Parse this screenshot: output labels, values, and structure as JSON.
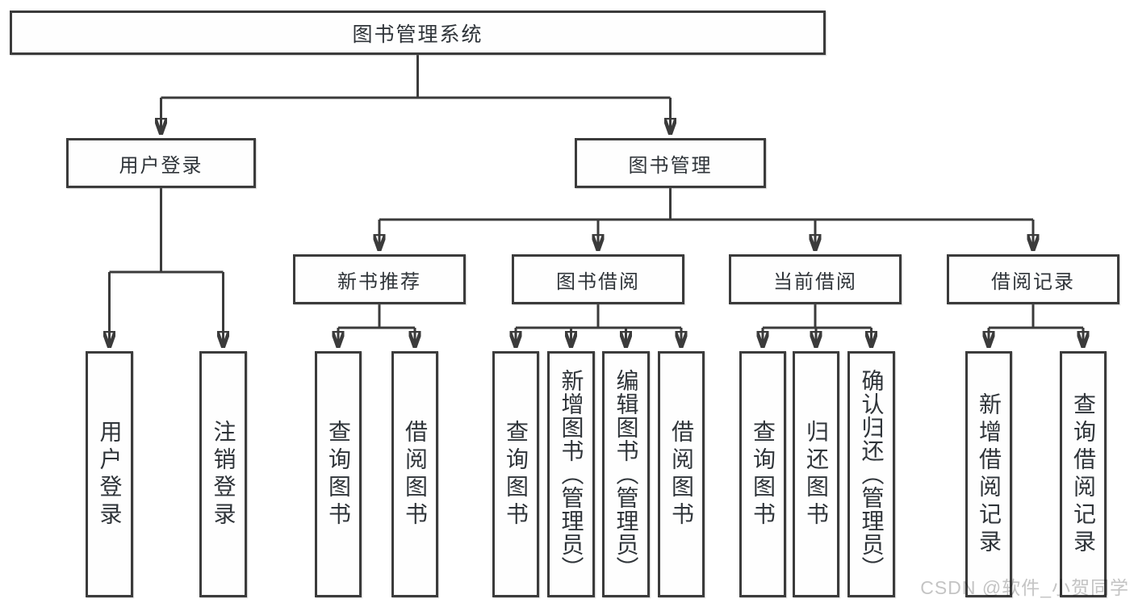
{
  "diagram": {
    "type": "hierarchy-tree",
    "watermark": "CSDN @软件_小贺同学",
    "colors": {
      "line": "#3b3b3b",
      "box_border": "#3b3b3b",
      "box_fill": "#fefefe",
      "text": "#2f3439",
      "watermark": "#c4c4c4",
      "background": "#ffffff"
    },
    "tree": {
      "label": "图书管理系统",
      "children": [
        {
          "label": "用户登录",
          "children": [
            {
              "label": "用户登录"
            },
            {
              "label": "注销登录"
            }
          ]
        },
        {
          "label": "图书管理",
          "children": [
            {
              "label": "新书推荐",
              "children": [
                {
                  "label": "查询图书"
                },
                {
                  "label": "借阅图书"
                }
              ]
            },
            {
              "label": "图书借阅",
              "children": [
                {
                  "label": "查询图书"
                },
                {
                  "label": "新增图书（管理员）"
                },
                {
                  "label": "编辑图书（管理员）"
                },
                {
                  "label": "借阅图书"
                }
              ]
            },
            {
              "label": "当前借阅",
              "children": [
                {
                  "label": "查询图书"
                },
                {
                  "label": "归还图书"
                },
                {
                  "label": "确认归还（管理员）"
                }
              ]
            },
            {
              "label": "借阅记录",
              "children": [
                {
                  "label": "新增借阅记录"
                },
                {
                  "label": "查询借阅记录"
                }
              ]
            }
          ]
        }
      ]
    }
  }
}
